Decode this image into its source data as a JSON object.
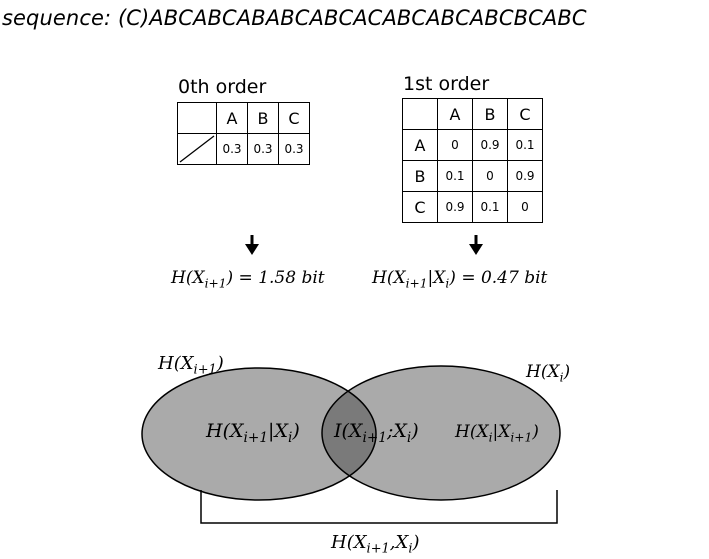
{
  "sequence": "sequence: (C)ABCABCABABCABCACABCABCABCBCABC",
  "order0": {
    "title": "0th order",
    "headers": [
      "A",
      "B",
      "C"
    ],
    "values": [
      "0.3",
      "0.3",
      "0.3"
    ]
  },
  "order1": {
    "title": "1st order",
    "headers": [
      "A",
      "B",
      "C"
    ],
    "rows": [
      {
        "label": "A",
        "values": [
          "0",
          "0.9",
          "0.1"
        ]
      },
      {
        "label": "B",
        "values": [
          "0.1",
          "0",
          "0.9"
        ]
      },
      {
        "label": "C",
        "values": [
          "0.9",
          "0.1",
          "0"
        ]
      }
    ]
  },
  "entropy0": {
    "pre": "H(X",
    "sub": "i+1",
    "post": ") = 1.58 bit"
  },
  "entropy1": {
    "pre": "H(X",
    "sub1": "i+1",
    "mid": "|X",
    "sub2": "i",
    "post": ") = 0.47 bit"
  },
  "venn": {
    "colors": {
      "left": "#aaaaaa",
      "right": "#aaaaaa",
      "overlap": "#7a7a7a",
      "stroke": "#000000"
    },
    "label_left_outer": {
      "pre": "H(X",
      "sub": "i+1",
      "post": ")"
    },
    "label_right_outer": {
      "pre": "H(X",
      "sub": "i",
      "post": ")"
    },
    "label_left_inner": {
      "pre": "H(X",
      "sub1": "i+1",
      "mid": "|X",
      "sub2": "i",
      "post": ")"
    },
    "label_overlap": {
      "pre": "I(X",
      "sub1": "i+1",
      "mid": ";X",
      "sub2": "i",
      "post": ")"
    },
    "label_right_inner": {
      "pre": "H(X",
      "sub1": "i",
      "mid": "|X",
      "sub2": "i+1",
      "post": ")"
    },
    "label_joint": {
      "pre": "H(X",
      "sub1": "i+1",
      "mid": ",X",
      "sub2": "i",
      "post": ")"
    }
  }
}
